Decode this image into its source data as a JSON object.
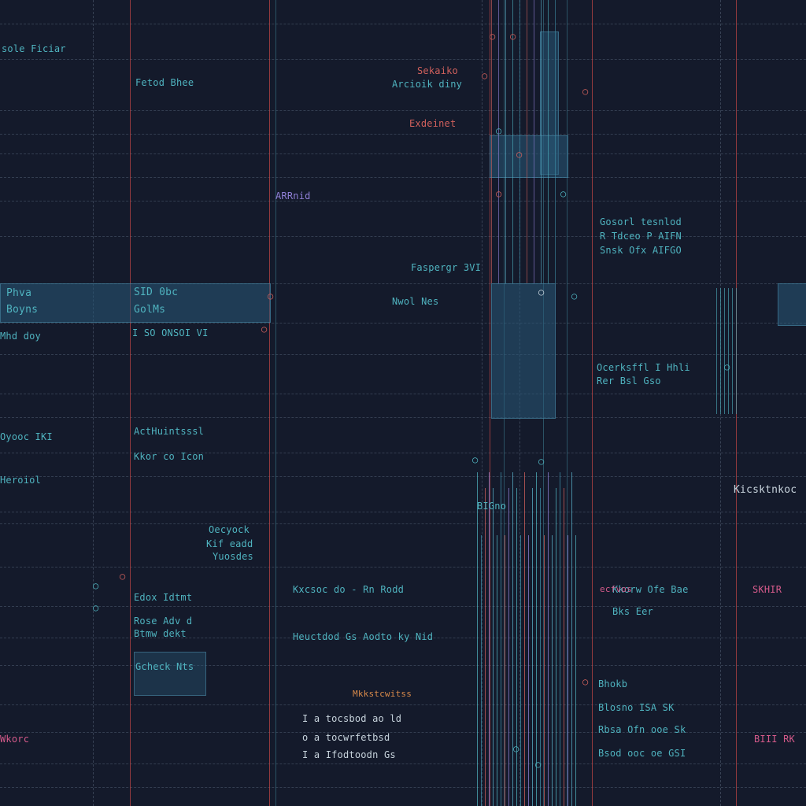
{
  "palette": {
    "background": "#141a2b",
    "teal": "#4fb3bf",
    "red": "#d0605c",
    "pink": "#d45a8a",
    "purple": "#8f7fd6",
    "block": "#2a5a78"
  },
  "labels": {
    "l01": "Sekaiko",
    "l02": "Arcioik diny",
    "l03": "Exdeinet",
    "l04": "Fetod Bhee",
    "l05": "sole Ficiar",
    "l06": "ARRnid",
    "l07": "Phva",
    "l08": "GolMs",
    "l09": "Mhd doy",
    "l10": "SID 0bc",
    "l11": "Boyns",
    "l12": "I SO ONSOI VI",
    "l13": "Nwol Nes",
    "l14": "Faspergr 3VI",
    "l15": "Gosorl tesnlod",
    "l16": "R Tdceo P AIFN",
    "l17": "Snsk Ofx AIFGO",
    "l18": "ActHuintsssl",
    "l19": "Kkor co Icon",
    "l20": "Ocerksffl I Hhli",
    "l21": "Rer Bsl Gso",
    "l22": "Kicsktnkoc",
    "l23": "Kxcsoc do - Rn Rodd",
    "l24": "Heuctdod Gs Aodto ky Nid",
    "l25": "Kkorw Ofe Bae",
    "l26": "Bks Eer",
    "l27": "Edox Idtmt",
    "l28": "Rose Adv d",
    "l29": "Btmw dekt",
    "l30": "Gcheck Nts",
    "l31": "Mkkstcwitss",
    "l32": "I a tocsbod ao ld",
    "l33": "o a tocwrfetbsd",
    "l34": "I a Ifodtoodn Gs",
    "l35": "Bhokb",
    "l36": "Blosno ISA SK",
    "l37": "Rbsa Ofn ooe Sk",
    "l38": "Bsod ooc oe GSI",
    "l39": "Wkorc",
    "l40": "ecfvos",
    "l41": "Heroiol",
    "l42": "Oecyock",
    "l43": "Kif eadd",
    "l44": "Yuosdes",
    "l45": "BIII RK",
    "l46": "SKHIR",
    "l47": "Oyooc IKI",
    "l48": "BIGno"
  }
}
